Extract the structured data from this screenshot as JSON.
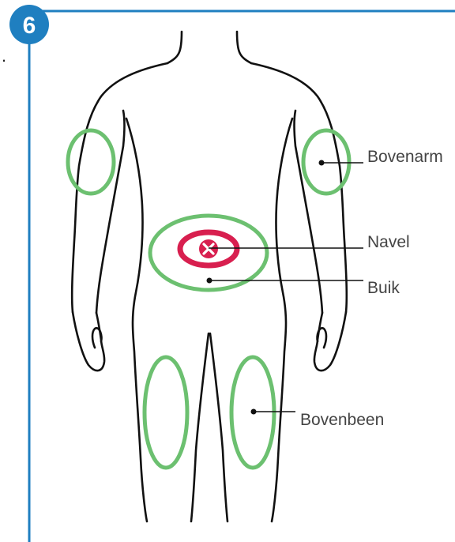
{
  "step": {
    "number": "6"
  },
  "stray_mark": ".",
  "colors": {
    "frame": "#1f7fc0",
    "body_outline": "#111111",
    "injection_site": "#6cc070",
    "avoid_zone": "#d81f4f",
    "leader_line": "#111111",
    "label": "#444444"
  },
  "labels": {
    "upper_arm": "Bovenarm",
    "navel": "Navel",
    "abdomen": "Buik",
    "thigh": "Bovenbeen"
  }
}
